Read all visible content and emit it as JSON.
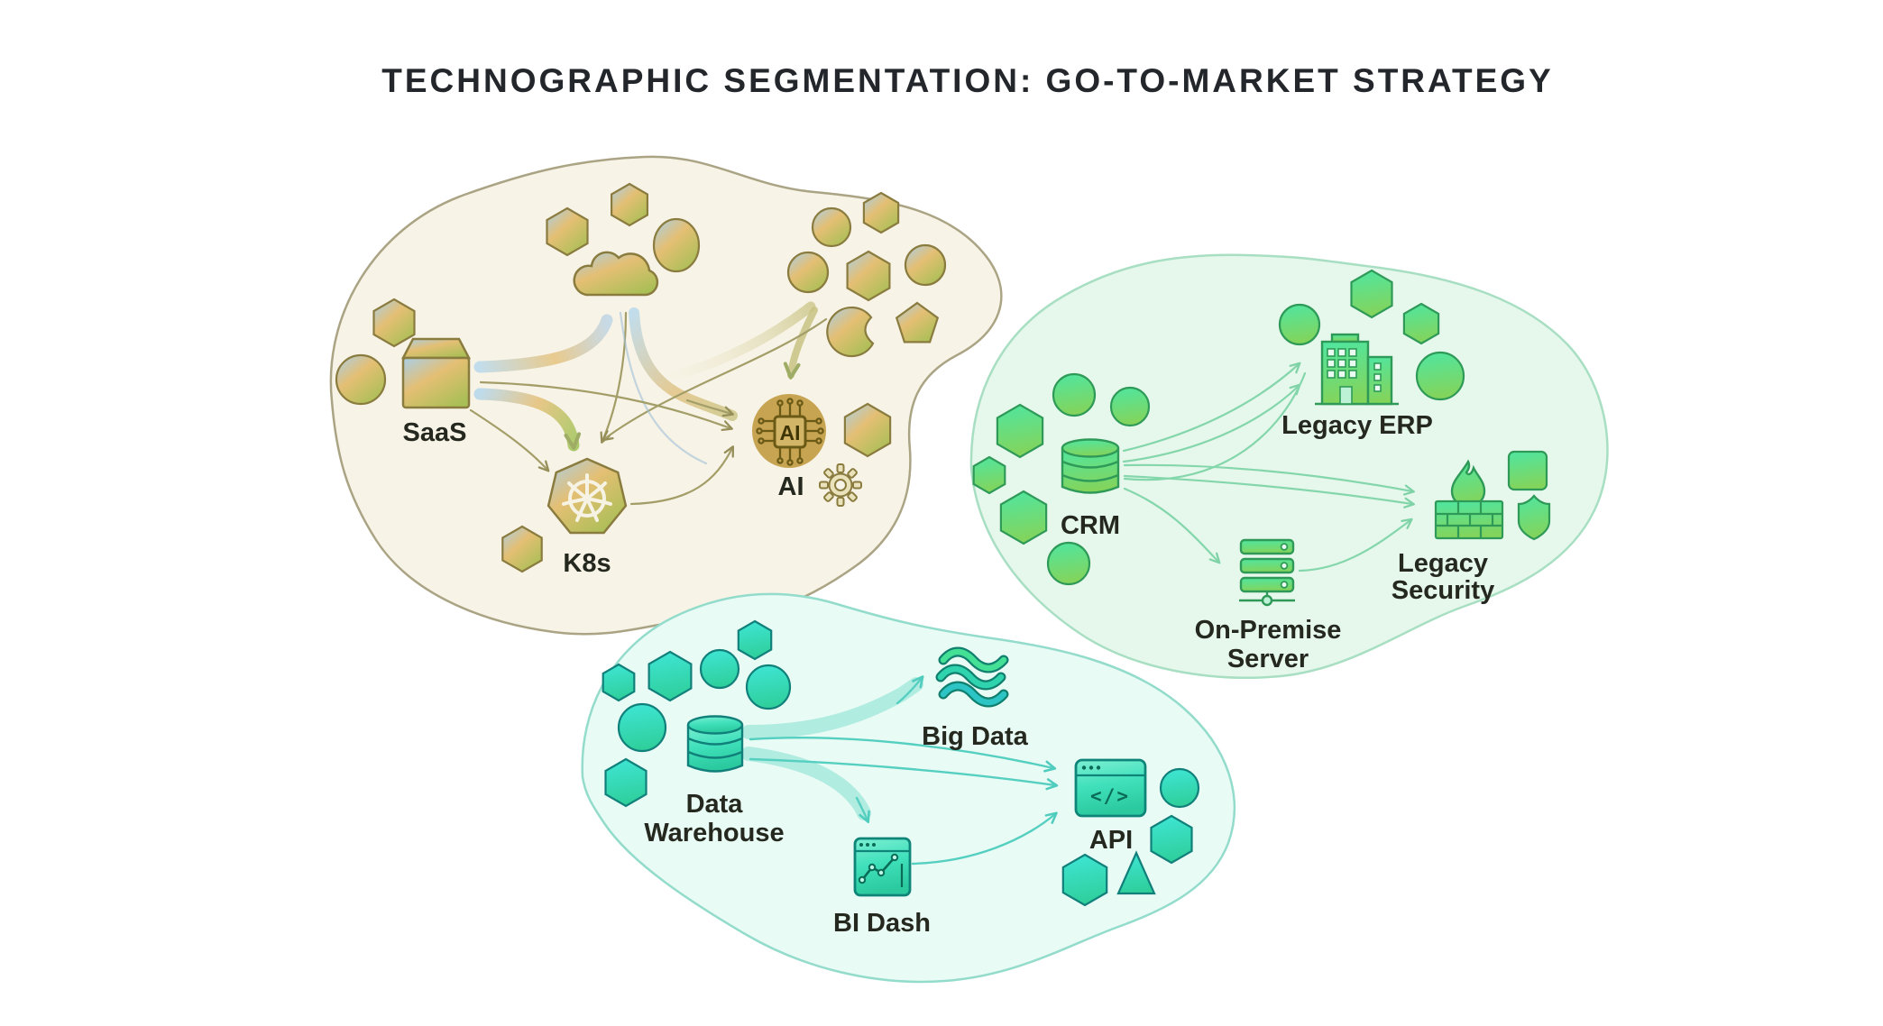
{
  "title": "TECHNOGRAPHIC SEGMENTATION: GO-TO-MARKET STRATEGY",
  "segments": {
    "cloud_native": {
      "labels": {
        "saas": "SaaS",
        "k8s": "K8s",
        "ai": "AI"
      },
      "ai_chip_text": "AI",
      "icons": [
        "package-box-icon",
        "cloud-icon",
        "kubernetes-wheel-icon",
        "ai-chip-icon",
        "gear-icon"
      ],
      "colors": {
        "blob_fill": "#f7f3e6",
        "blob_stroke": "#aaa485",
        "shape_stroke": "#8a7b3f",
        "gold": "#c7a452",
        "flow_blue": "#b5d7ec",
        "flow_olive": "#ddd6a0"
      }
    },
    "legacy": {
      "labels": {
        "crm": "CRM",
        "erp": "Legacy ERP",
        "security": [
          "Legacy",
          "Security"
        ],
        "server": [
          "On-Premise",
          "Server"
        ]
      },
      "icons": [
        "database-icon",
        "office-building-icon",
        "server-rack-icon",
        "firewall-icon",
        "flame-icon",
        "shield-icon"
      ],
      "colors": {
        "blob_fill": "#e6f7ec",
        "blob_stroke": "#a8dfc2",
        "shape_stroke": "#2f9a58",
        "arrow": "#84d6ab"
      }
    },
    "data_driven": {
      "labels": {
        "warehouse": [
          "Data",
          "Warehouse"
        ],
        "bigdata": "Big Data",
        "bidash": "BI Dash",
        "api": "API"
      },
      "api_glyph": "</>",
      "icons": [
        "database-icon",
        "waves-icon",
        "bi-dashboard-icon",
        "code-window-icon"
      ],
      "colors": {
        "blob_fill": "#e9fbf5",
        "blob_stroke": "#93dccb",
        "shape_stroke": "#11807a",
        "arrow": "#55cfc0",
        "flow": "#abeadf"
      }
    }
  },
  "text_color": "#24281e",
  "title_color": "#23272b",
  "background": "#ffffff"
}
